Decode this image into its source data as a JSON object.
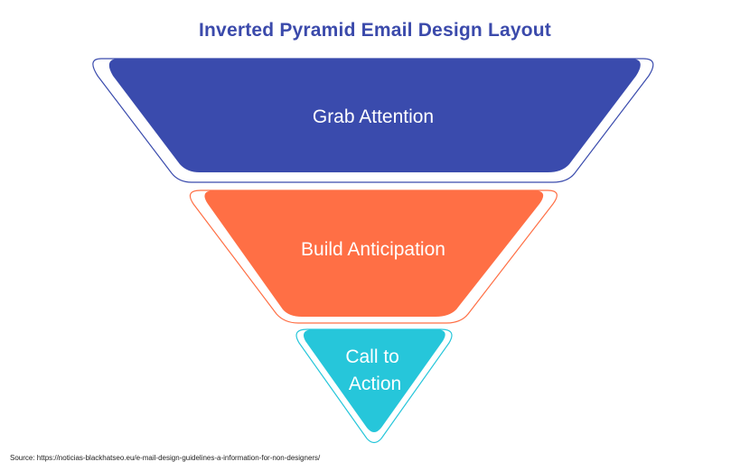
{
  "title": "Inverted Pyramid Email Design Layout",
  "layers": [
    {
      "label_lines": [
        "Grab Attention"
      ],
      "color": "#3a4bad"
    },
    {
      "label_lines": [
        "Build Anticipation"
      ],
      "color": "#ff6f45"
    },
    {
      "label_lines": [
        "Call to",
        "Action"
      ],
      "color": "#26c6da"
    }
  ],
  "source": "Source: https://noticias-blackhatseo.eu/e-mail-design-guidelines-a-information-for-non-designers/"
}
